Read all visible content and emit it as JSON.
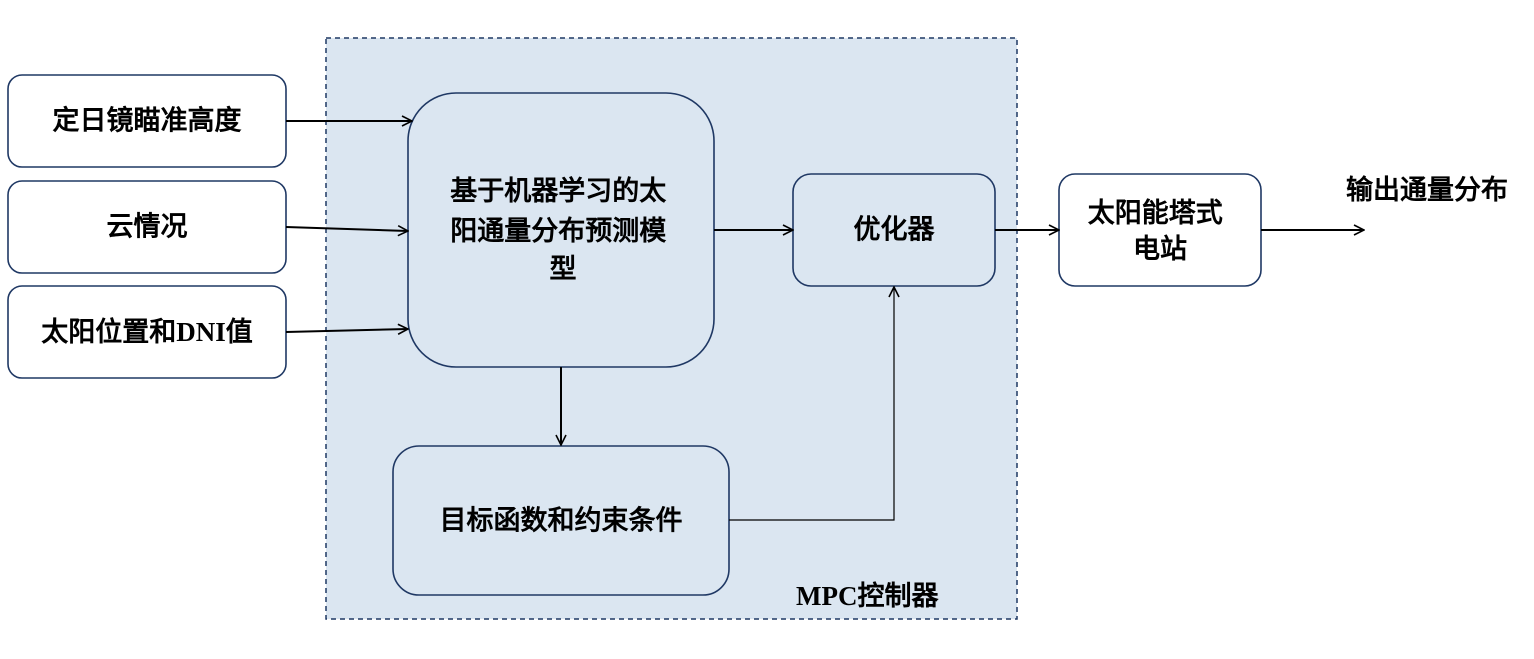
{
  "inputs": {
    "heliostat_aim_height": "定日镜瞄准高度",
    "cloud_condition": "云情况",
    "sun_position_dni": {
      "prefix": "太阳位置和",
      "latin": "DNI",
      "suffix": "值"
    }
  },
  "controller": {
    "label_latin": "MPC",
    "label_cn": "控制器",
    "ml_model_lines": [
      "基于机器学习的太",
      "阳通量分布预测模",
      "型"
    ],
    "optimizer": "优化器",
    "objective_constraints": "目标函数和约束条件"
  },
  "plant_lines": [
    "太阳能塔式",
    "电站"
  ],
  "output": "输出通量分布",
  "colors": {
    "controller_fill": "#dbe6f1",
    "box_border": "#1f3864",
    "arrow": "#000000"
  }
}
